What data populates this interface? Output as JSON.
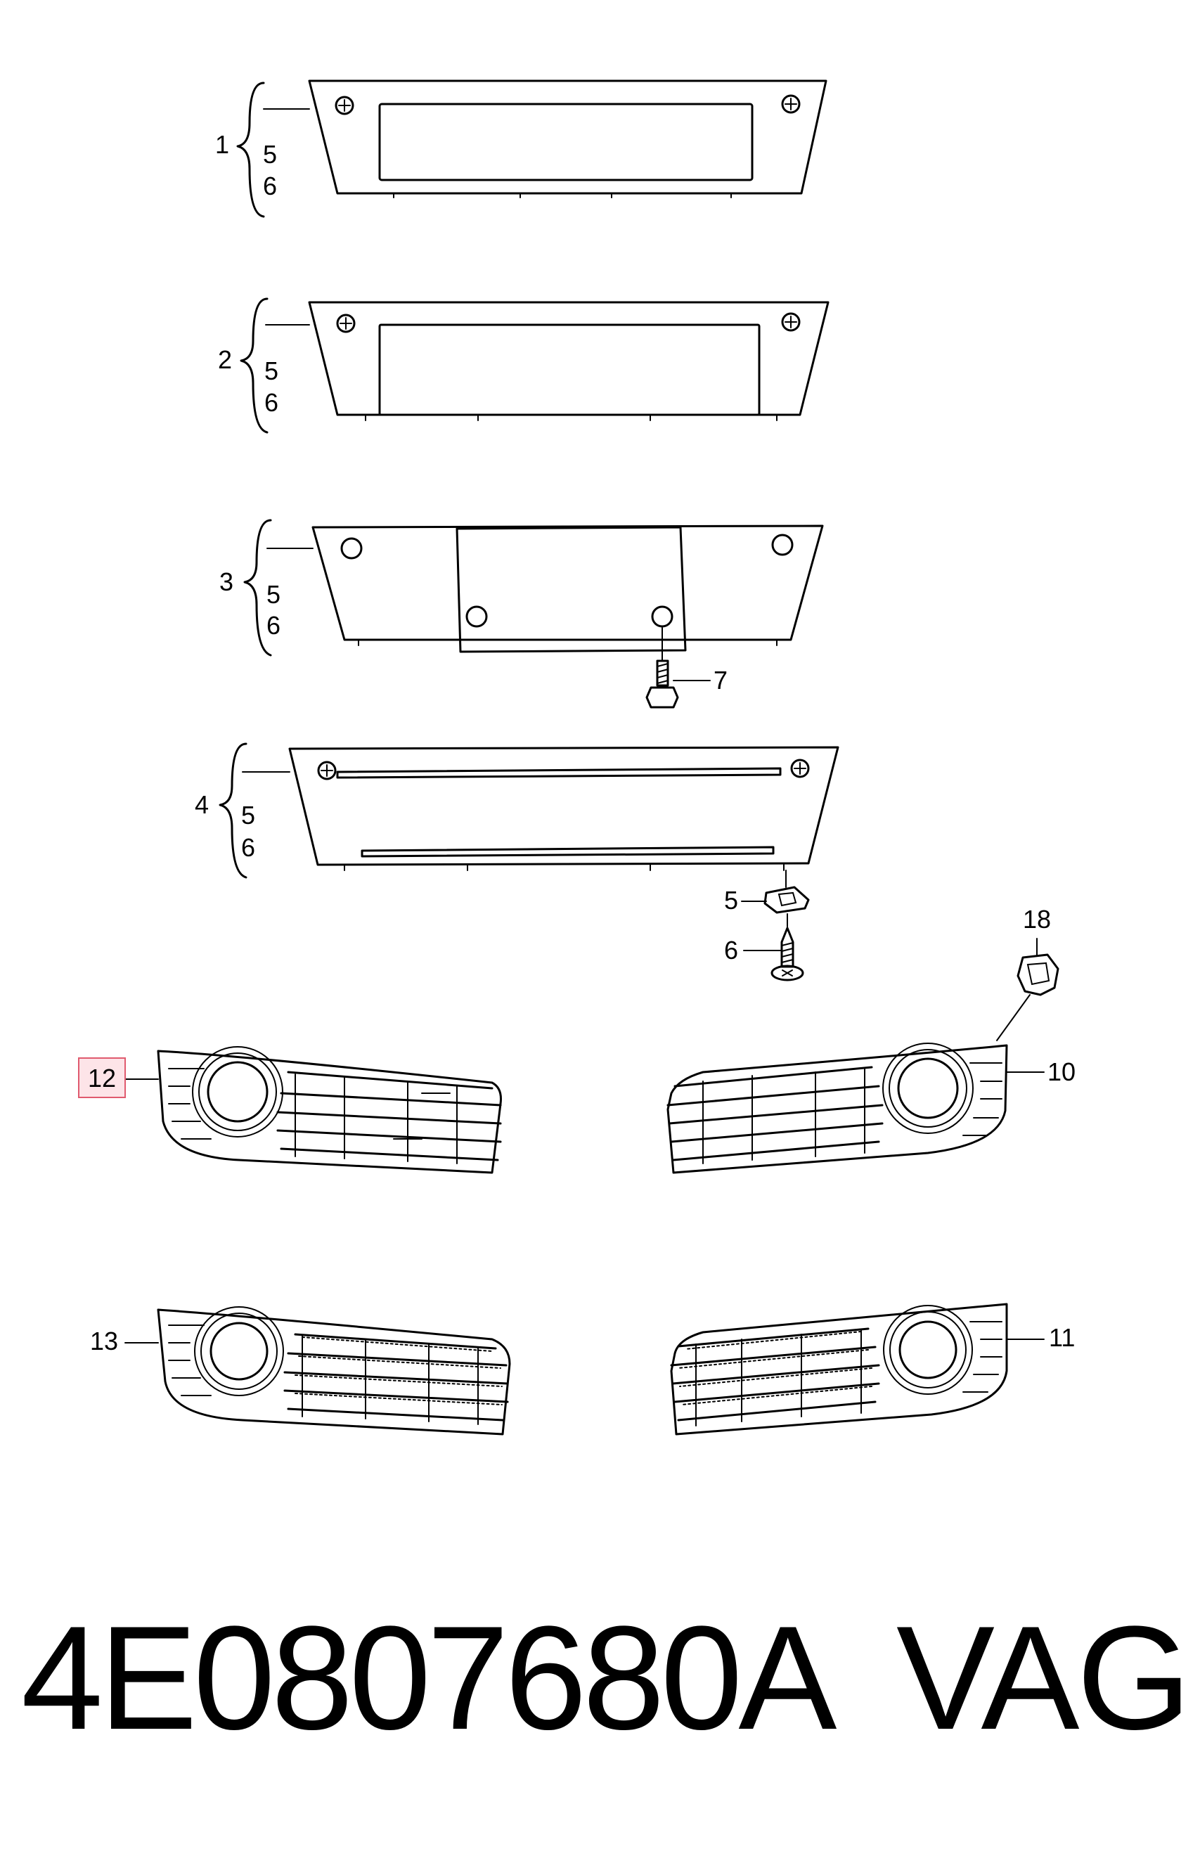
{
  "callouts": {
    "c1": "1",
    "c1_5": "5",
    "c1_6": "6",
    "c2": "2",
    "c2_5": "5",
    "c2_6": "6",
    "c3": "3",
    "c3_5": "5",
    "c3_6": "6",
    "c4": "4",
    "c4_5": "5",
    "c4_6": "6",
    "c5": "5",
    "c6": "6",
    "c7": "7",
    "c18": "18",
    "c10": "10",
    "c12": "12",
    "c13": "13",
    "c11": "11"
  },
  "highlight_color": "#e05a6e",
  "footer": {
    "part_number": "4E0807680A",
    "brand": "VAG"
  }
}
